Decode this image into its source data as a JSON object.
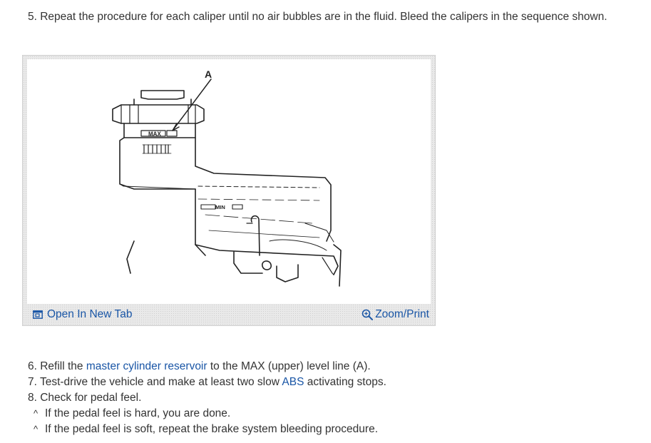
{
  "step5": {
    "text": "5. Repeat the procedure for each caliper until no air bubbles are in the fluid. Bleed the calipers in the sequence shown."
  },
  "figure": {
    "callout": "A",
    "max_label": "MAX",
    "min_label": "MIN",
    "open_tab_label": "Open In New Tab",
    "zoom_label": "Zoom/Print",
    "icons": {
      "open_tab": "open-in-new-tab-icon",
      "zoom": "magnifier-icon"
    }
  },
  "steps": {
    "step6": {
      "prefix": "6. Refill the ",
      "link": "master cylinder reservoir",
      "suffix": " to the MAX (upper) level line (A)."
    },
    "step7": {
      "prefix": "7. Test-drive the vehicle and make at least two slow ",
      "link": "ABS",
      "suffix": " activating stops."
    },
    "step8": {
      "text": "8. Check for pedal feel."
    },
    "sub_items": [
      {
        "caret": "^",
        "text": "If the pedal feel is hard, you are done."
      },
      {
        "caret": "^",
        "text": "If the pedal feel is soft, repeat the brake system bleeding procedure."
      }
    ]
  },
  "colors": {
    "link": "#1a56a6",
    "text": "#333333",
    "figure_border": "#cfcfcf"
  }
}
